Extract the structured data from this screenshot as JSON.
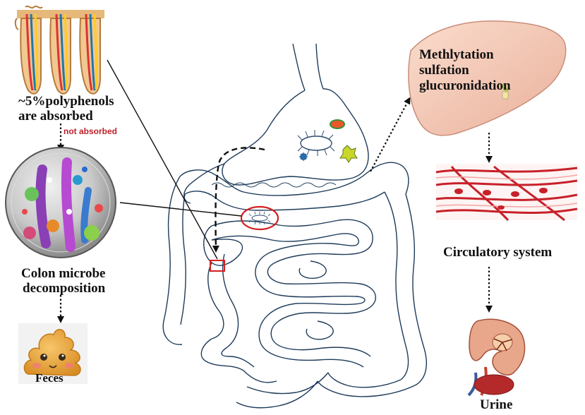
{
  "labels": {
    "absorbed_line1": "~5%polyphenols",
    "absorbed_line2": "are absorbed",
    "not_absorbed": "not absorbed",
    "colon_line1": "Colon microbe",
    "colon_line2": "decomposition",
    "feces": "Feces",
    "liver_line1": "Methlytation",
    "liver_line2": "sulfation",
    "liver_line3": "glucuronidation",
    "circulatory": "Circulatory system",
    "urine": "Urine"
  },
  "colors": {
    "arrow": "#111111",
    "highlight_red": "#d3201f",
    "not_absorbed_text": "#c0202a",
    "liver": "#f3c9b8",
    "vessel_red": "#c8202a",
    "feces_brown": "#e8a23a"
  },
  "icons": {
    "villi": "intestinal-villi-illustration",
    "microbe_sphere": "colon-microbe-sphere-illustration",
    "feces": "feces-emoji-icon",
    "liver": "liver-illustration",
    "vessels": "blood-vessels-illustration",
    "kidney": "kidney-illustration",
    "digestive_tract": "digestive-tract-outline"
  }
}
